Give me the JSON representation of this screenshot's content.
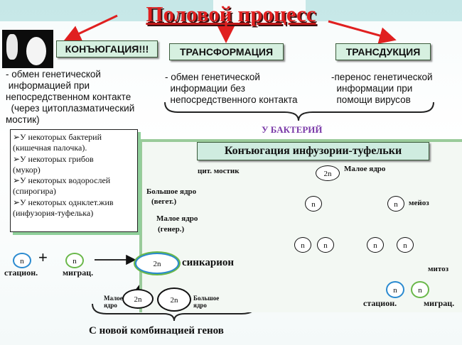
{
  "title": "Половой процесс",
  "boxes": {
    "conjugation": "КОНЪЮГАЦИЯ!!!",
    "transformation": "ТРАНСФОРМАЦИЯ",
    "transduction": "ТРАНСДУКЦИЯ",
    "ciliate": "Конъюгация инфузории-туфельки"
  },
  "descriptions": {
    "conjugation": [
      "- обмен генетической",
      " информацией при",
      "непосредственном контакте",
      "  (через цитоплазматический",
      "мостик)"
    ],
    "transformation": [
      "- обмен генетической",
      "  информации без",
      "  непосредственного контакта"
    ],
    "transduction": [
      "-перенос генетической",
      "  информации при",
      "  помощи вирусов"
    ]
  },
  "bacteria_label": "У БАКТЕРИЙ",
  "examples": [
    "➢У некоторых бактерий",
    "(кишечная палочка).",
    "➢У некоторых грибов",
    "(мукор)",
    "➢У некоторых водорослей",
    "(спирогира)",
    "➢У некоторых однклет.жив",
    "(инфузория-туфелька)"
  ],
  "cell_labels": {
    "bridge": "цит. мостик",
    "macronucleus": "Большое ядро",
    "macronucleus_sub": "(вегет.)",
    "micronucleus": "Малое ядро",
    "micronucleus_sub": "(генер.)"
  },
  "scheme": {
    "small_nucleus": "Малое ядро",
    "meiosis": "мейоз",
    "mitosis": "митоз",
    "stationary": "стацион.",
    "migratory": "миграц.",
    "n": "n",
    "two_n": "2n"
  },
  "fusion": {
    "stationary": "стацион.",
    "migratory": "миграц.",
    "plus": "+",
    "synkaryon": "синкарион",
    "small": [
      "Малое",
      "ядро"
    ],
    "big": [
      "Большое",
      "ядро"
    ],
    "result": "С новой комбинацией генов"
  },
  "colors": {
    "arrow_red": "#e02020",
    "stationary_ring": "#2a8ad0",
    "migratory_ring": "#6ab84a",
    "title": "#e02020",
    "bracket": "#222222"
  }
}
